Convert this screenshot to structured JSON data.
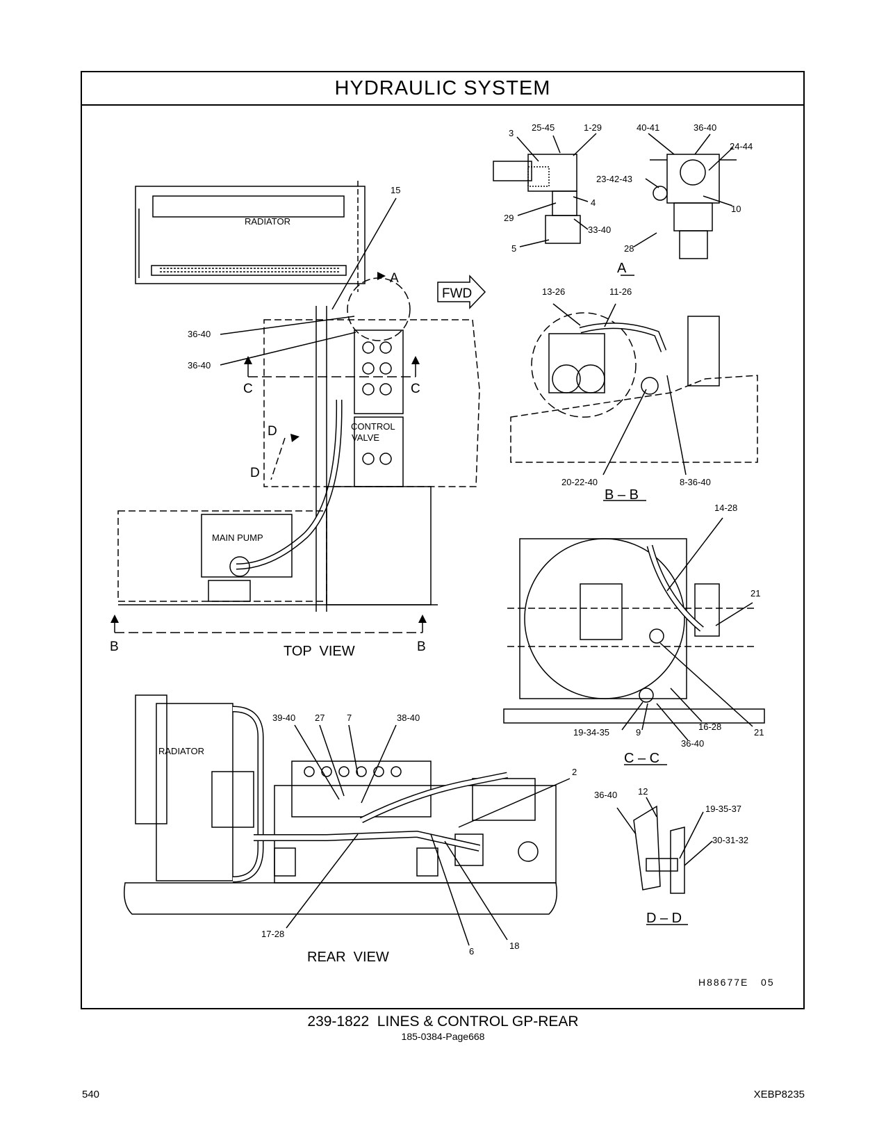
{
  "title": "HYDRAULIC  SYSTEM",
  "views": {
    "top_view": "TOP  VIEW",
    "rear_view": "REAR  VIEW",
    "section_a": "A",
    "section_bb": "B – B",
    "section_cc": "C – C",
    "section_dd": "D – D"
  },
  "components": {
    "radiator_top": "RADIATOR",
    "radiator_rear": "RADIATOR",
    "control_valve_1": "CONTROL",
    "control_valve_2": "VALVE",
    "main_pump": "MAIN  PUMP",
    "fwd": "FWD"
  },
  "section_markers": {
    "a": "A",
    "b_left": "B",
    "b_right": "B",
    "c_left": "C",
    "c_right": "C",
    "d_upper": "D",
    "d_lower": "D"
  },
  "callouts": {
    "top": [
      "15",
      "36-40",
      "36-40"
    ],
    "view_a": [
      "3",
      "25-45",
      "1-29",
      "4",
      "29",
      "33-40",
      "5",
      "40-41",
      "36-40",
      "24-44",
      "23-42-43",
      "10",
      "28"
    ],
    "view_bb": [
      "13-26",
      "11-26",
      "20-22-40",
      "8-36-40"
    ],
    "view_cc": [
      "14-28",
      "21",
      "21",
      "19-34-35",
      "9",
      "16-28",
      "36-40"
    ],
    "view_dd": [
      "36-40",
      "12",
      "19-35-37",
      "30-31-32"
    ],
    "rear": [
      "39-40",
      "27",
      "7",
      "38-40",
      "2",
      "17-28",
      "6",
      "18"
    ]
  },
  "drawing_number": "H88677E   05",
  "caption": "239-1822  LINES & CONTROL GP-REAR",
  "subcaption": "185-0384-Page668",
  "page_number": "540",
  "document_id": "XEBP8235"
}
